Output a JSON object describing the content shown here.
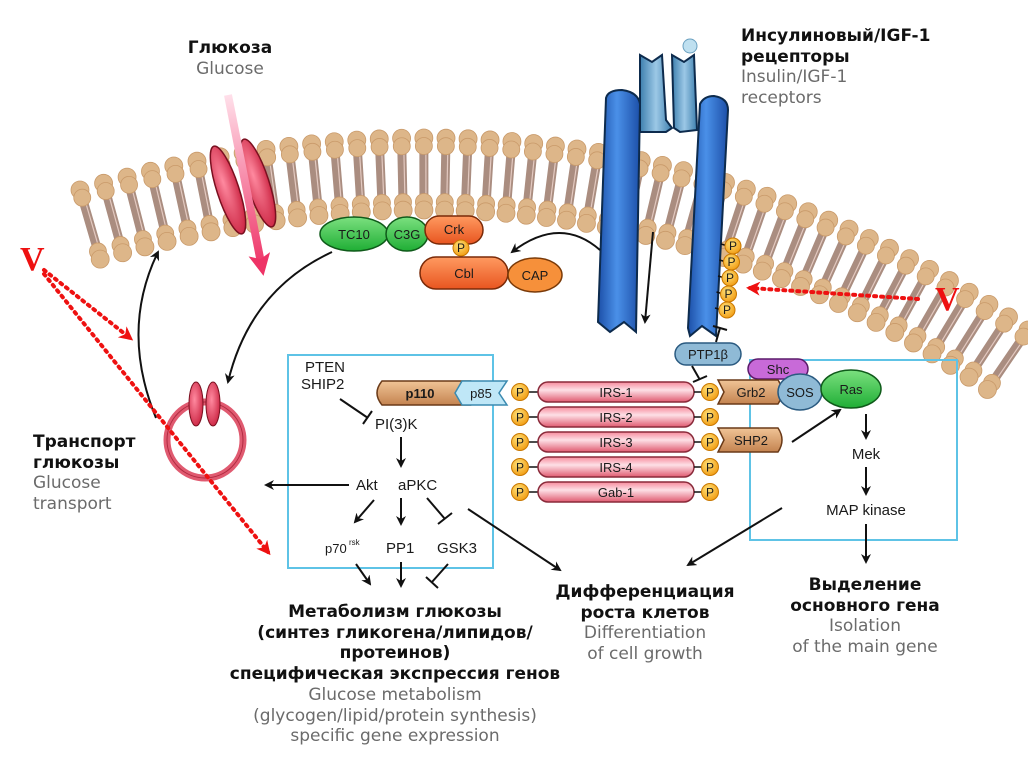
{
  "labels": {
    "glucose": {
      "ru": "Глюкоза",
      "en": "Glucose"
    },
    "receptors": {
      "ru": [
        "Инсулиновый/IGF-1",
        "рецепторы"
      ],
      "en": [
        "Insulin/IGF-1",
        "receptors"
      ]
    },
    "glucose_transport": {
      "ru": [
        "Транспорт",
        "глюкозы"
      ],
      "en": [
        "Glucose",
        "transport"
      ]
    },
    "glucose_metabolism": {
      "ru": [
        "Метаболизм глюкозы",
        "(синтез гликогена/липидов/протеинов)",
        "специфическая экспрессия генов"
      ],
      "en": [
        "Glucose metabolism",
        "(glycogen/lipid/protein synthesis)",
        "specific gene expression"
      ]
    },
    "differentiation": {
      "ru": [
        "Дифференциация",
        "роста клетов"
      ],
      "en": [
        "Differentiation",
        "of cell growth"
      ]
    },
    "isolation": {
      "ru": [
        "Выделение",
        "основного гена"
      ],
      "en": [
        "Isolation",
        "of the main gene"
      ]
    }
  },
  "markers": {
    "v_left": "V",
    "v_right": "V"
  },
  "molecules": {
    "tc10": "TC10",
    "c3g": "C3G",
    "crk": "Crk",
    "cbl": "Cbl",
    "cap": "CAP",
    "p": "P",
    "ptp1b": "PTP1β",
    "shc": "Shc",
    "grb2": "Grb2",
    "sos": "SOS",
    "ras": "Ras",
    "shp2": "SHP2",
    "p110": "p110",
    "p85": "p85",
    "irs": [
      "IRS-1",
      "IRS-2",
      "IRS-3",
      "IRS-4",
      "Gab-1"
    ]
  },
  "pathway_left": {
    "pten": "PTEN",
    "ship2": "SHIP2",
    "pi3k": "PI(3)K",
    "akt": "Akt",
    "apkc": "aPKC",
    "p70": "p70",
    "p70_sup": "rsk",
    "pp1": "PP1",
    "gsk3": "GSK3"
  },
  "pathway_right": {
    "mek": "Mek",
    "map_kinase": "MAP kinase"
  },
  "colors": {
    "membrane_head": "#ddb689",
    "membrane_tail": "#9c7a6a",
    "receptor_blue": "#2f72d2",
    "receptor_light": "#6fa7cf",
    "glut_red": "#e0405a",
    "green_protein": "#33c44a",
    "orange_protein": "#f06a30",
    "irs_pink": "#ee6f84",
    "phospho": "#f5a623",
    "box_border": "#5ec3e6",
    "accent_red": "#ee1111"
  }
}
